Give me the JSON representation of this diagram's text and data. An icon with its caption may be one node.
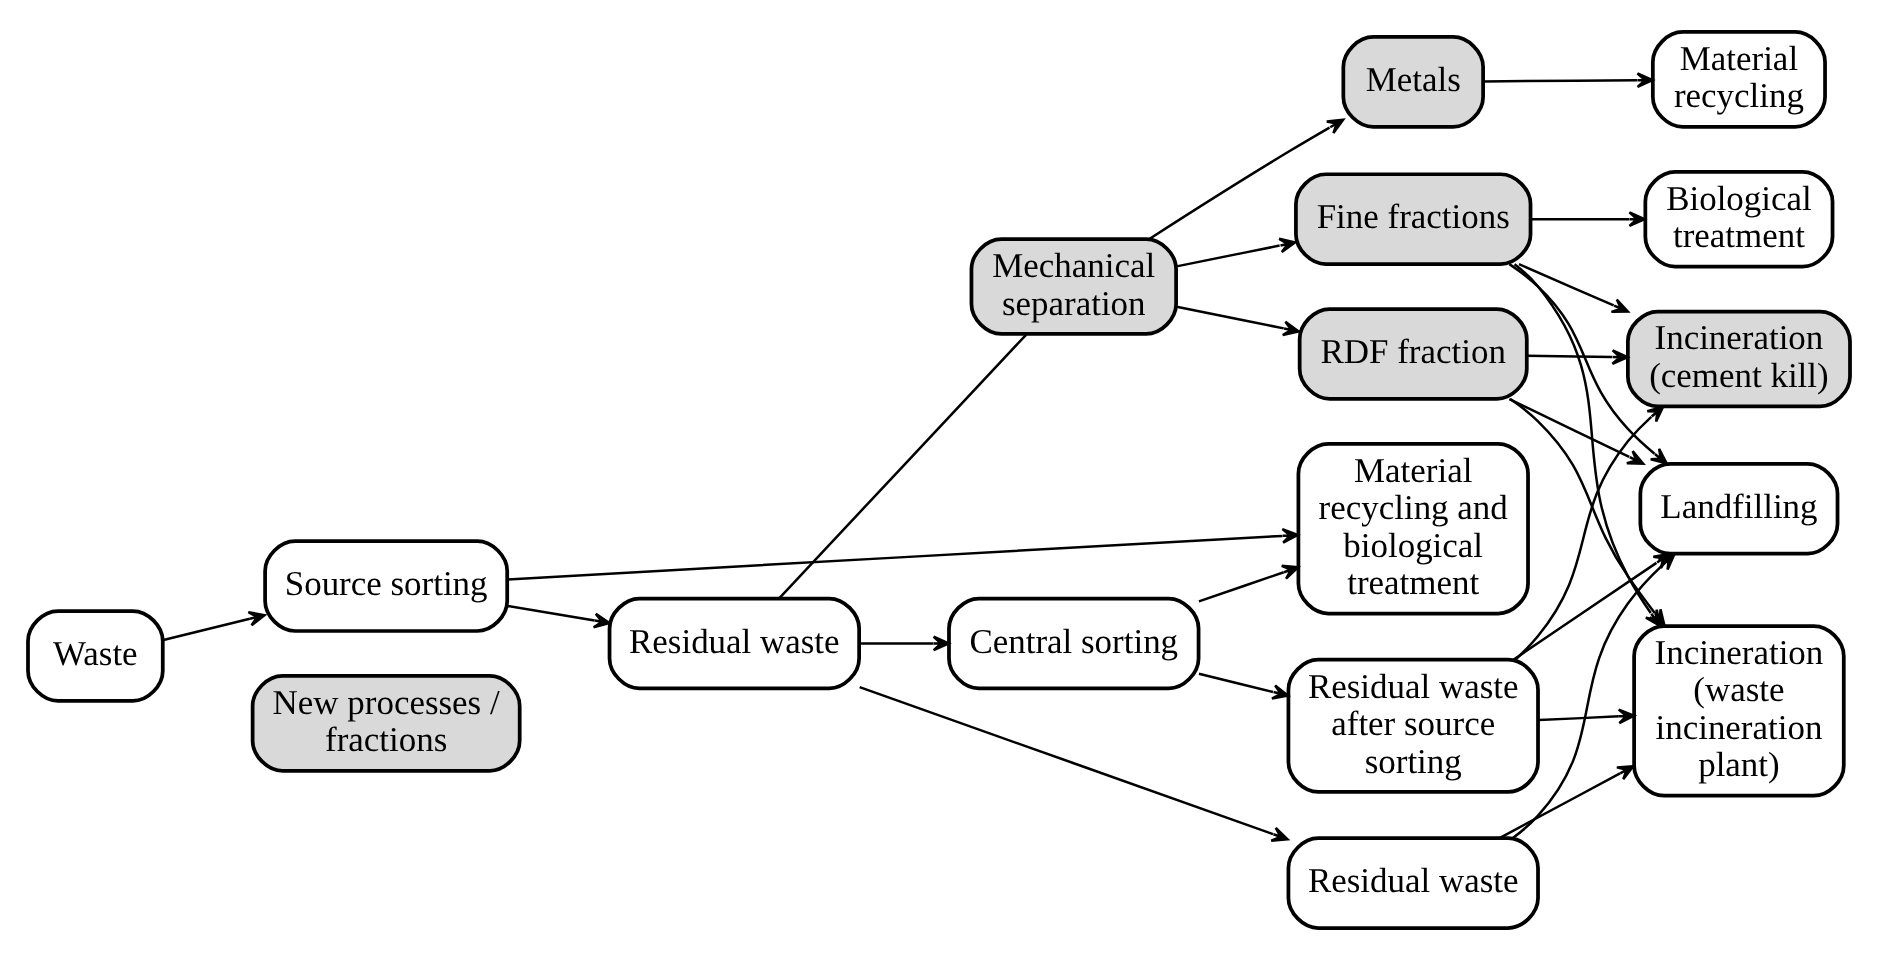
{
  "diagram": {
    "nodes": [
      {
        "text": [
          "Material recycling and biological treatment"
        ]
      },
      {
        "text": [
          "Residual waste after source sorting"
        ]
      },
      {
        "text": [
          "Incineration (waste incineration plant)"
        ]
      },
      {
        "text": [
          "Central sorting"
        ]
      },
      {
        "text": [
          "RDF fraction"
        ]
      },
      {
        "text": [
          "Landfilling"
        ]
      },
      {
        "text": [
          "Waste"
        ]
      },
      {
        "text": [
          "Source sorting"
        ]
      },
      {
        "text": [
          "Residual waste"
        ]
      },
      {
        "text": [
          "Mechanical separation"
        ]
      },
      {
        "text": [
          "Fine fractions"
        ]
      },
      {
        "text": [
          "Incineration (cement kill)"
        ]
      },
      {
        "text": [
          "Metals"
        ]
      },
      {
        "text": [
          "Biological treatment"
        ]
      },
      {
        "text": [
          "Residual waste"
        ]
      },
      {
        "text": [
          "Material recycling"
        ]
      },
      {
        "text": [
          "New processes / fractions"
        ]
      }
    ],
    "edges": [
      {
        "from": 6,
        "to": 7,
        "arrow": "to"
      },
      {
        "from": 7,
        "to": 8,
        "arrow": "to"
      },
      {
        "from": 7,
        "to": 0,
        "arrow": "to"
      },
      {
        "from": 3,
        "to": 0,
        "arrow": "to"
      },
      {
        "from": 8,
        "to": 3,
        "arrow": "to"
      },
      {
        "from": 8,
        "to": 9,
        "arrow": "none"
      },
      {
        "from": 8,
        "to": 14,
        "arrow": "to"
      },
      {
        "from": 3,
        "to": 1,
        "arrow": "to"
      },
      {
        "from": 9,
        "to": 4,
        "arrow": "to"
      },
      {
        "from": 9,
        "to": 10,
        "arrow": "to"
      },
      {
        "from": 9,
        "to": 12,
        "arrow": "to"
      },
      {
        "from": 1,
        "to": 2,
        "arrow": "to"
      },
      {
        "from": 1,
        "to": 5,
        "arrow": "to"
      },
      {
        "from": 1,
        "to": 11,
        "arrow": "to"
      },
      {
        "from": 4,
        "to": 2,
        "arrow": "to"
      },
      {
        "from": 4,
        "to": 5,
        "arrow": "to"
      },
      {
        "from": 4,
        "to": 11,
        "arrow": "to"
      },
      {
        "from": 10,
        "to": 2,
        "arrow": "to"
      },
      {
        "from": 10,
        "to": 5,
        "arrow": "to"
      },
      {
        "from": 10,
        "to": 11,
        "arrow": "to"
      },
      {
        "from": 10,
        "to": 13,
        "arrow": "to"
      },
      {
        "from": 12,
        "to": 15,
        "arrow": "to"
      },
      {
        "from": 14,
        "to": 2,
        "arrow": "to"
      },
      {
        "from": 14,
        "to": 5,
        "arrow": "to"
      }
    ]
  }
}
